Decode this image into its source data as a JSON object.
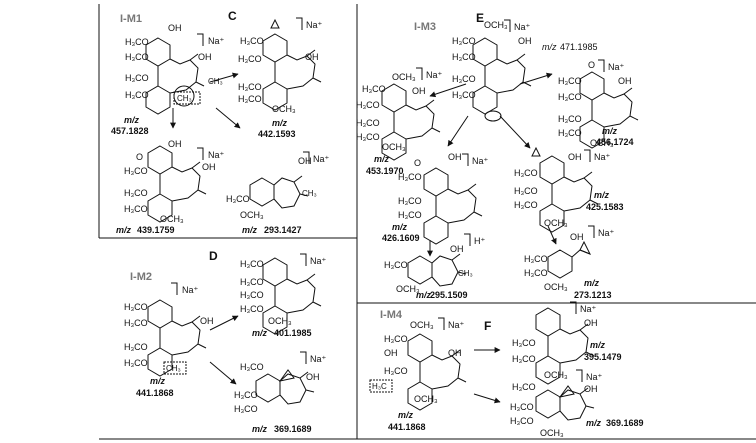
{
  "ions": {
    "na": "Na⁺",
    "h": "H⁺"
  },
  "mz_label": "m/z",
  "groups": {
    "ome": "OCH₃",
    "h3co": "H₃CO",
    "oh": "OH",
    "ch3": "CH₃",
    "ch3_boxed": "CH₃",
    "h3c_boxed": "H₃C",
    "o": "O"
  },
  "panels": {
    "c": {
      "letter": "C",
      "id": "I-M1",
      "mz": [
        "457.1828",
        "442.1593",
        "439.1759",
        "293.1427"
      ]
    },
    "d": {
      "letter": "D",
      "id": "I-M2",
      "mz": [
        "441.1868",
        "401.1985",
        "369.1689"
      ]
    },
    "e": {
      "letter": "E",
      "id": "I-M3",
      "mz": [
        "471.1985",
        "453.1970",
        "456.1724",
        "426.1609",
        "425.1583",
        "295.1509",
        "273.1213"
      ]
    },
    "f": {
      "letter": "F",
      "id": "I-M4",
      "mz": [
        "441.1868",
        "395.1479",
        "369.1689"
      ]
    }
  }
}
